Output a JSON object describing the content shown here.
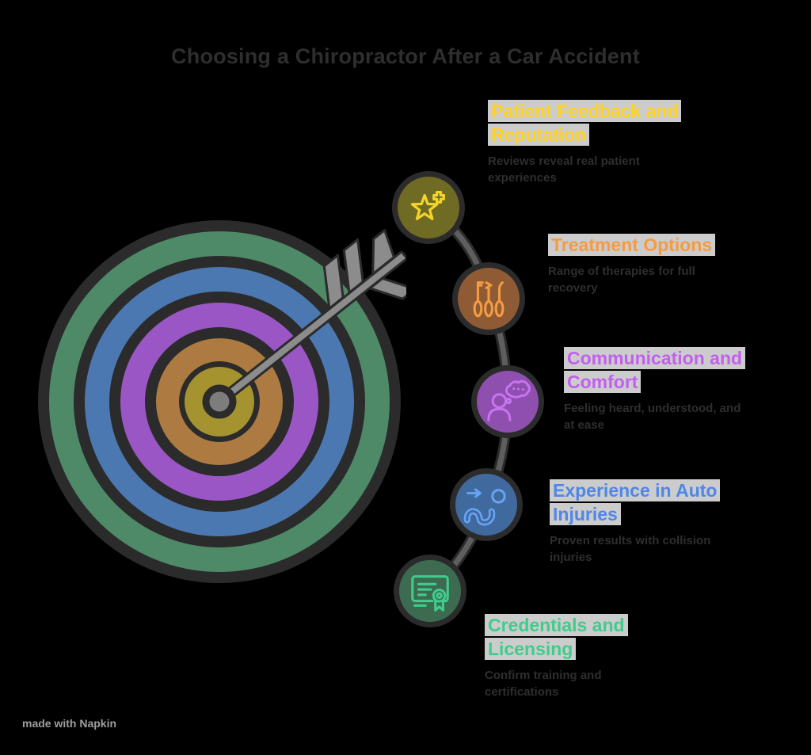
{
  "title": "Choosing a Chiropractor After a Car Accident",
  "watermark": "made with Napkin",
  "colors": {
    "background": "#000000",
    "title_text": "#2e2e2e",
    "body_text": "#2e2e2e",
    "highlight": "#cccccc",
    "outline": "#2b2b2b",
    "connector": "#5e5e5e",
    "connector_casing": "#2b2b2b",
    "arrow": "#8c8c8c",
    "arrow_center_dot": "#7d7d7d",
    "watermark_text": "#9e9e9e"
  },
  "target": {
    "icon": "bullseye-arrow",
    "ring_colors": [
      "#4e8a67",
      "#4c78b2",
      "#9956c4",
      "#ad7b42",
      "#a4932e"
    ]
  },
  "sections": [
    {
      "title": "Patient Feedback and Reputation",
      "description": "Reviews reveal real patient experiences",
      "accent": "#ffd21e",
      "icon_color": "#f5d327",
      "node_fill": "#6f6b24",
      "icon": "star-plus-icon"
    },
    {
      "title": "Treatment Options",
      "description": "Range of therapies for full recovery",
      "accent": "#f59b42",
      "icon_color": "#f59b42",
      "node_fill": "#8f5b35",
      "icon": "treatment-tools-icon"
    },
    {
      "title": "Communication and Comfort",
      "description": "Feeling heard, understood, and at ease",
      "accent": "#c45ef2",
      "icon_color": "#c873f0",
      "node_fill": "#8e4fae",
      "icon": "person-thought-icon"
    },
    {
      "title": "Experience in Auto Injuries",
      "description": "Proven results with collision injuries",
      "accent": "#4e87e8",
      "icon_color": "#66a3f2",
      "node_fill": "#40699e",
      "icon": "winding-path-icon"
    },
    {
      "title": "Credentials and Licensing",
      "description": "Confirm training and certifications",
      "accent": "#41cc8c",
      "icon_color": "#41cc8c",
      "node_fill": "#3c6b52",
      "icon": "certificate-icon"
    }
  ]
}
